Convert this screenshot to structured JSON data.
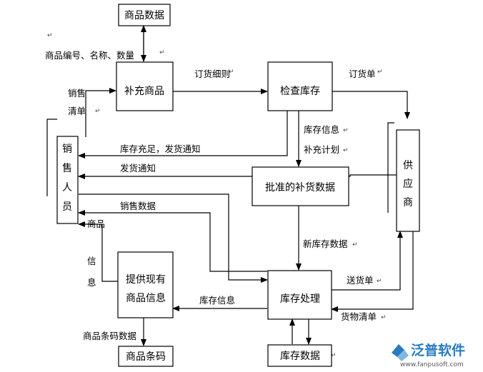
{
  "diagram": {
    "nodes": {
      "product_data": "商品数据",
      "replenish_goods": "补充商品",
      "check_inventory": "检查库存",
      "approved_data": "批准的补货数据",
      "supplier_1": "供",
      "supplier_2": "应",
      "supplier_3": "商",
      "sales_1": "销",
      "sales_2": "售",
      "sales_3": "人",
      "sales_4": "员",
      "provide_info_1": "提供现有",
      "provide_info_2": "商品信息",
      "inventory_processing": "库存处理",
      "product_barcode": "商品条码",
      "inventory_data": "库存数据"
    },
    "edges": {
      "product_fields": "商品编号、名称、数量",
      "order_details": "订货细则",
      "purchase_order": "订货单",
      "sales_list_1": "销售",
      "sales_list_2": "清单",
      "stock_sufficient": "库存充足，发货通知",
      "inventory_info": "库存信息",
      "replenish_plan": "补充计划",
      "ship_notice": "发货通知",
      "sales_data": "销售数据",
      "product_info_1": "商品",
      "product_info_2": "信",
      "product_info_3": "息",
      "new_inventory_data": "新库存数据",
      "delivery_note": "送货单",
      "inventory_info_2": "库存信息",
      "goods_list": "货物清单",
      "barcode_data": "商品条码数据"
    },
    "watermark": {
      "brand": "泛普软件",
      "url": "www.fanpusoft.com"
    }
  }
}
